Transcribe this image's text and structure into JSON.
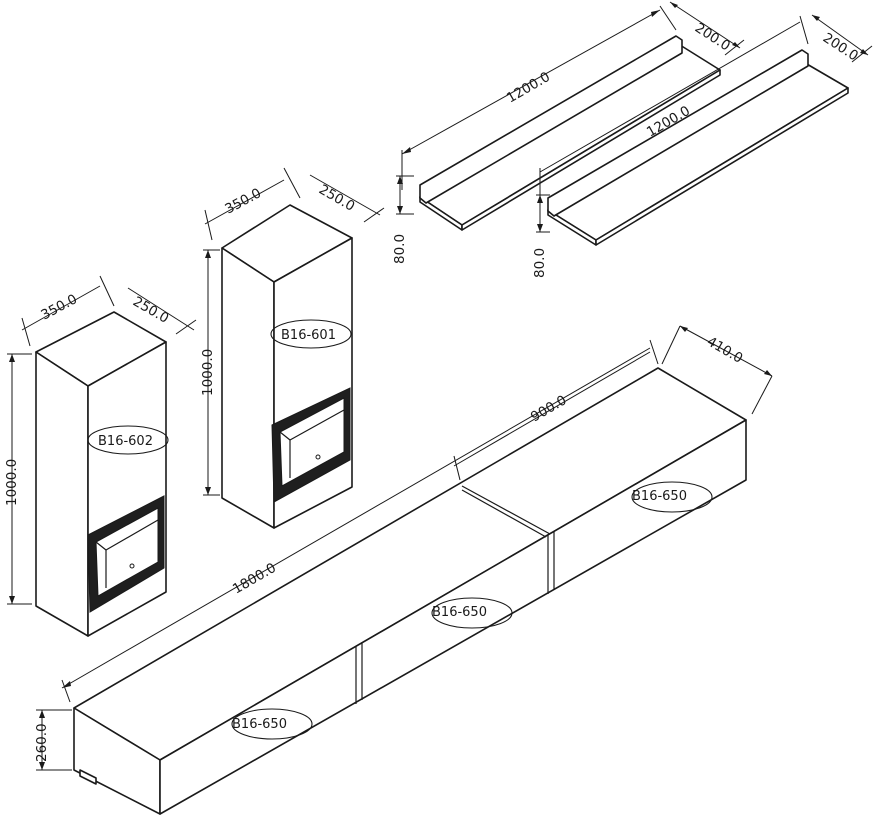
{
  "labels": {
    "shelf1_length": "1200.0",
    "shelf1_depth": "200.0",
    "shelf1_height": "80.0",
    "shelf2_length": "1200.0",
    "shelf2_depth": "200.0",
    "shelf2_height": "80.0",
    "cab1_width": "350.0",
    "cab1_depth": "250.0",
    "cab1_height": "1000.0",
    "cab1_code": "B16-601",
    "cab2_width": "350.0",
    "cab2_depth": "250.0",
    "cab2_height": "1000.0",
    "cab2_code": "B16-602",
    "tv_length": "1800.0",
    "tv_section": "900.0",
    "tv_depth": "410.0",
    "tv_height": "260.0",
    "tv_code_right": "B16-650",
    "tv_code_middle": "B16-650",
    "tv_code_left": "B16-650"
  }
}
